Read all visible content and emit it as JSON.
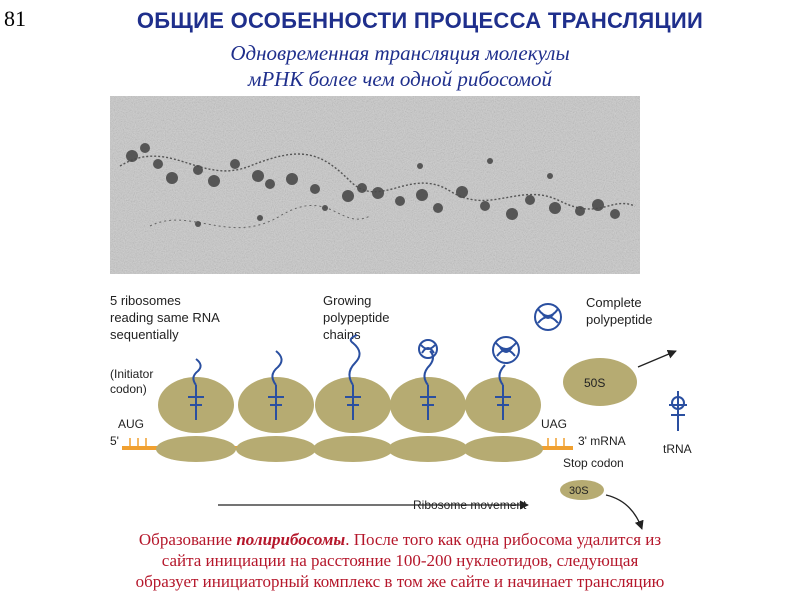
{
  "slide": {
    "number": "81"
  },
  "header": {
    "title": "ОБЩИЕ ОСОБЕННОСТИ ПРОЦЕССА ТРАНСЛЯЦИИ",
    "subtitle_line1": "Одновременная трансляция молекулы",
    "subtitle_line2": "мРНК более чем одной рибосомой"
  },
  "diagram": {
    "label_ribosomes_1": "5 ribosomes",
    "label_ribosomes_2": "reading same RNA",
    "label_ribosomes_3": "sequentially",
    "label_growing_1": "Growing",
    "label_growing_2": "polypeptide",
    "label_growing_3": "chains",
    "label_complete_1": "Complete",
    "label_complete_2": "polypeptide",
    "label_initiator_1": "(Initiator",
    "label_initiator_2": "codon)",
    "label_aug": "AUG",
    "label_5prime": "5'",
    "label_uag": "UAG",
    "label_3prime": "3' mRNA",
    "label_stop": "Stop codon",
    "label_50s": "50S",
    "label_30s": "30S",
    "label_trna": "tRNA",
    "label_movement": "Ribosome movement",
    "colors": {
      "ribosome": "#b6ab72",
      "mrna": "#f0a030",
      "chain": "#2a4fa0"
    }
  },
  "caption": {
    "part1": "Образование ",
    "bold": "полирибосомы",
    "part2": ". После того как одна рибосома удалится из",
    "line2": "сайта инициации на расстояние 100-200 нуклеотидов, следующая",
    "line3": "образует инициаторный комплекс в том же сайте и начинает трансляцию"
  }
}
